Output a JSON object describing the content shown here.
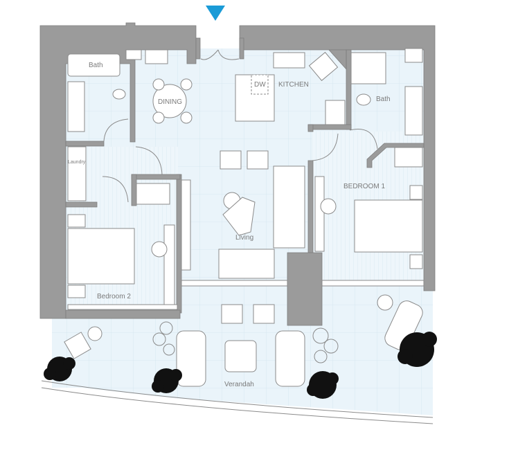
{
  "plan": {
    "entrance_marker_color": "#1a9bd7",
    "wall_color": "#9b9b9b",
    "floor_color": "#eaf4fa",
    "rooms": {
      "bath_left": "Bath",
      "bath_right": "Bath",
      "dishwasher": "DW",
      "kitchen": "KITCHEN",
      "dining": "DINING",
      "laundry": "Laundry",
      "bedroom1": "BEDROOM 1",
      "living": "Living",
      "bedroom2": "Bedroom 2",
      "verandah": "Verandah"
    }
  }
}
